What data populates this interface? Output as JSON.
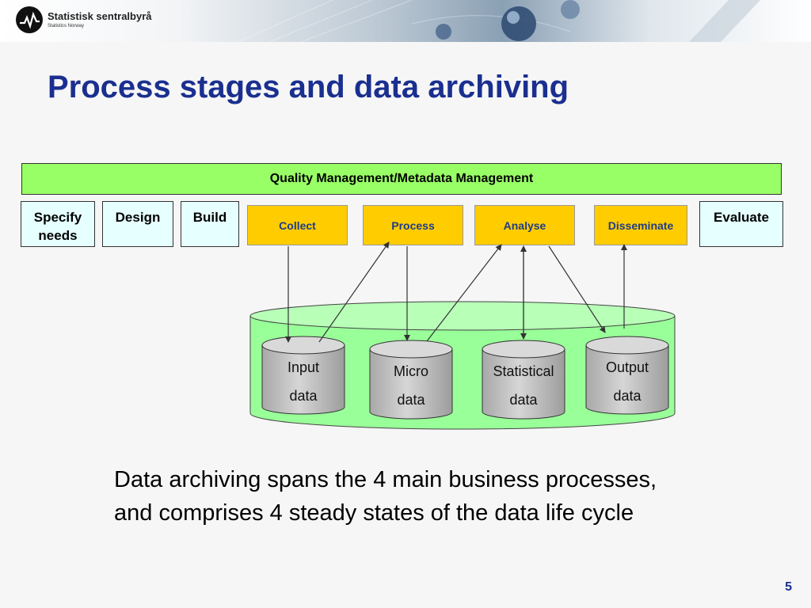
{
  "header": {
    "org_name": "Statistisk sentralbyrå",
    "org_sub": "Statistics Norway"
  },
  "slide": {
    "title": "Process stages and data archiving",
    "page_number": "5",
    "caption_line1": "Data archiving spans the 4 main business processes,",
    "caption_line2": "and comprises 4 steady states of the data life cycle"
  },
  "diagram": {
    "management_bar": "Quality Management/Metadata Management",
    "side_stages": {
      "specify_line1": "Specify",
      "specify_line2": "needs",
      "design": "Design",
      "build": "Build",
      "evaluate": "Evaluate"
    },
    "core_processes": [
      "Collect",
      "Process",
      "Analyse",
      "Disseminate"
    ],
    "data_stores": [
      {
        "line1": "Input",
        "line2": "data"
      },
      {
        "line1": "Micro",
        "line2": "data"
      },
      {
        "line1": "Statistical",
        "line2": "data"
      },
      {
        "line1": "Output",
        "line2": "data"
      }
    ],
    "colors": {
      "management_bar": "#99ff66",
      "side_stage": "#e6ffff",
      "core_process": "#ffcc00",
      "core_process_text": "#1f3c8a",
      "archive": "#99ff99",
      "data_store": "#c0c0c0",
      "title": "#1a2f8f"
    }
  }
}
